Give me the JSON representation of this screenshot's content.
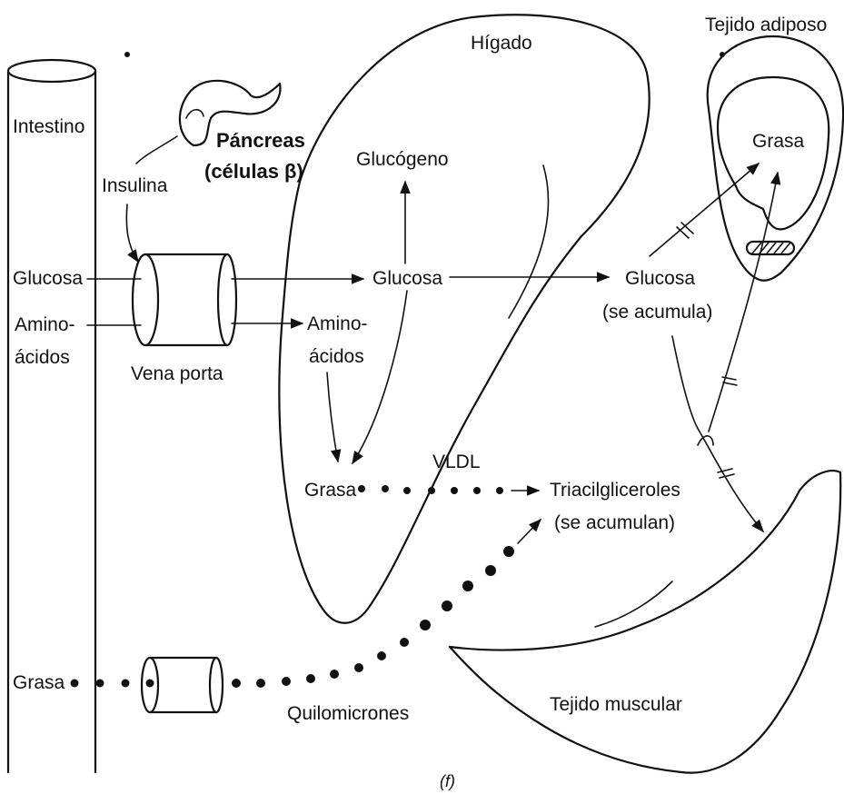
{
  "labels": {
    "intestino": "Intestino",
    "pancreas": "Páncreas",
    "celulas_beta": "(células β)",
    "insulina": "Insulina",
    "glucosa_intestino": "Glucosa",
    "aminoacidos_intestino_1": "Amino-",
    "aminoacidos_intestino_2": "ácidos",
    "vena_porta": "Vena porta",
    "grasa_intestino": "Grasa",
    "quilomicrones": "Quilomicrones",
    "higado": "Hígado",
    "glucogeno": "Glucógeno",
    "glucosa_higado": "Glucosa",
    "aminoacidos_higado_1": "Amino-",
    "aminoacidos_higado_2": "ácidos",
    "grasa_higado": "Grasa",
    "vldl": "VLDL",
    "tejido_adiposo": "Tejido adiposo",
    "grasa_adiposo": "Grasa",
    "glucosa_acumula_1": "Glucosa",
    "glucosa_acumula_2": "(se acumula)",
    "triacilgliceroles_1": "Triacilgliceroles",
    "triacilgliceroles_2": "(se acumulan)",
    "tejido_muscular": "Tejido muscular",
    "figura": "(f)"
  }
}
